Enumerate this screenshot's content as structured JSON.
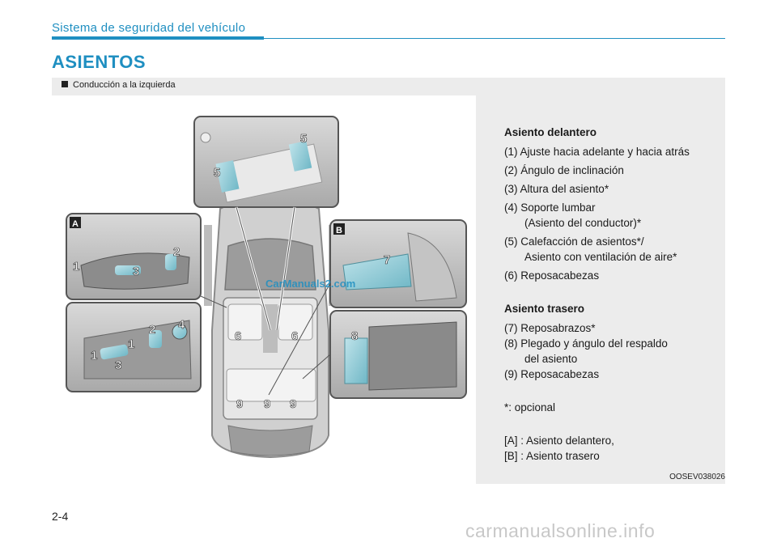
{
  "header": {
    "section_title": "Sistema de seguridad del vehículo",
    "heading": "ASIENTOS"
  },
  "figure": {
    "subhead": "Conducción a la izquierda",
    "code": "OOSEV038026",
    "inset_a_label": "A",
    "inset_b_label": "B",
    "callouts": {
      "n1": "1",
      "n2": "2",
      "n3": "3",
      "n4": "4",
      "n5": "5",
      "n6": "6",
      "n7": "7",
      "n8": "8",
      "n9": "9"
    }
  },
  "legend": {
    "front_heading": "Asiento delantero",
    "front_items": [
      "(1) Ajuste hacia adelante y hacia atrás",
      "(2) Ángulo de inclinación",
      "(3) Altura del asiento*",
      "(4) Soporte lumbar",
      "(Asiento del conductor)*",
      "(5) Calefacción de asientos*/",
      "Asiento con ventilación de aire*",
      "(6) Reposacabezas"
    ],
    "rear_heading": "Asiento trasero",
    "rear_items": [
      "(7) Reposabrazos*",
      "(8) Plegado y ángulo del respaldo",
      "del asiento",
      "(9) Reposacabezas"
    ],
    "optional_note": "*: opcional",
    "ab_note_1": "[A] : Asiento delantero,",
    "ab_note_2": "[B] : Asiento trasero"
  },
  "footer": {
    "page_number": "2-4"
  },
  "watermarks": {
    "figure_mark": "CarManuals2.com",
    "site_mark": "carmanualsonline.info"
  }
}
